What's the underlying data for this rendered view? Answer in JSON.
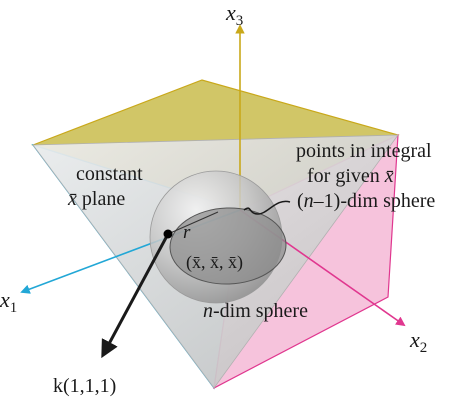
{
  "labels": {
    "x3": "x",
    "x3_sub": "3",
    "x1": "x",
    "x1_sub": "1",
    "x2": "x",
    "x2_sub": "2",
    "radius": "r",
    "center_point": "(x̄, x̄, x̄)",
    "normal_vector": "k(1,1,1)",
    "n_dim_sphere_n": "n",
    "n_dim_sphere_rest": "-dim sphere",
    "constant_line1": "constant",
    "constant_line2_var": "x̄",
    "constant_line2_rest": " plane",
    "annot_line1": "points in integral",
    "annot_line2_text": "for given ",
    "annot_line2_var": "x̄",
    "annot_line3_open": "(",
    "annot_line3_n": "n",
    "annot_line3_rest": "–1)-dim sphere"
  },
  "colors": {
    "x3_axis": "#c9a81a",
    "x1_axis": "#22a7d6",
    "x2_axis": "#e0378f",
    "top_face": "#c9bc4c",
    "left_face": "#bfe4f4",
    "right_face": "#f5bcd8",
    "plane": "#d8d8d8",
    "vector": "#1a1a1a"
  }
}
